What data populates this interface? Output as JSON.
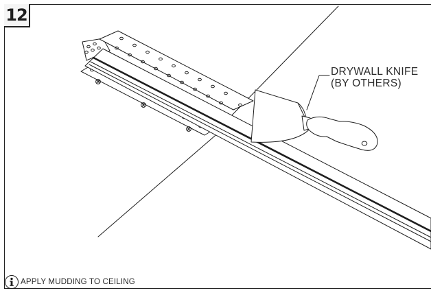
{
  "step": {
    "number": "12"
  },
  "callout": {
    "line1": "DRYWALL KNIFE",
    "line2": "(BY OTHERS)"
  },
  "note": {
    "icon": "info-icon",
    "text": "APPLY MUDDING TO CEILING"
  },
  "colors": {
    "line": "#1e1e1e",
    "frame": "#222222",
    "background": "#ffffff"
  }
}
